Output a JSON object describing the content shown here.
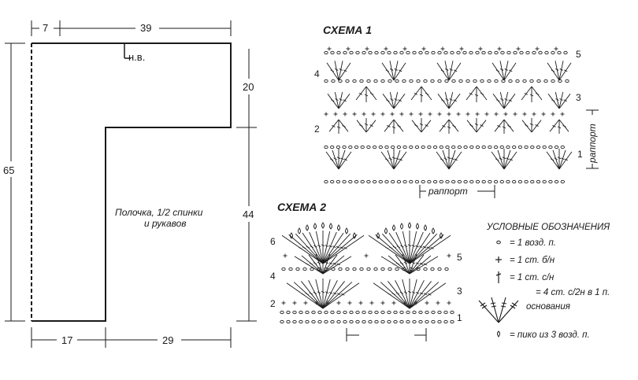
{
  "pattern": {
    "dims": {
      "top_left": "7",
      "top_right": "39",
      "left_total": "65",
      "right_upper": "20",
      "right_lower": "44",
      "bottom_left": "17",
      "bottom_right": "29"
    },
    "neck_label": "н.в.",
    "piece_label_line1": "Полочка, 1/2 спинки",
    "piece_label_line2": "и рукавов"
  },
  "scheme1": {
    "title": "СХЕМА 1",
    "rows_left": [
      "4",
      "2"
    ],
    "rows_right": [
      "5",
      "3",
      "1"
    ],
    "repeat_label": "раппорт",
    "repeat_vertical_label": "раппорт"
  },
  "scheme2": {
    "title": "СХЕМА 2",
    "rows_left": [
      "6",
      "4",
      "2"
    ],
    "rows_right": [
      "5",
      "3",
      "1"
    ]
  },
  "legend": {
    "title": "УСЛОВНЫЕ ОБОЗНАЧЕНИЯ",
    "items": [
      {
        "symbol": "chain-icon",
        "text": "= 1 возд. п."
      },
      {
        "symbol": "sc-icon",
        "text": "= 1 ст. б/н"
      },
      {
        "symbol": "dc-icon",
        "text": "= 1 ст. с/н"
      },
      {
        "symbol": "fan-icon",
        "text": "= 4 ст. с/2н в 1 п.",
        "text2": "основания"
      },
      {
        "symbol": "picot-icon",
        "text": "= пико из 3 возд. п."
      }
    ]
  }
}
